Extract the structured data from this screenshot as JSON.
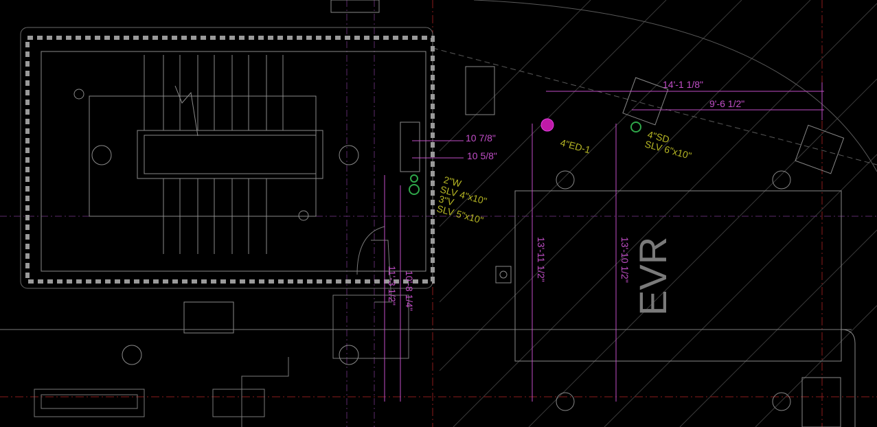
{
  "colors": {
    "background": "#000000",
    "linework": "#8a8a8a",
    "dimension": "#c24ec8",
    "annotation": "#b6b624",
    "gridline": "#8b1c1c",
    "pipe_marker_green": "#2fa84a",
    "pipe_marker_magenta": "#c01aa8"
  },
  "dimensions": {
    "d_14_1_1_8": "14'-1 1/8\"",
    "d_9_6_1_2": "9'-6 1/2\"",
    "d_10_7_8": "10 7/8\"",
    "d_10_5_8": "10 5/8\"",
    "d_13_11_1_2": "13'-11 1/2\"",
    "d_13_10_1_2": "13'-10 1/2\"",
    "d_11_3_1_2": "11'-3 1/2\"",
    "d_10_8_1_4": "10'-8 1/4\""
  },
  "annotations": {
    "pipe_2w": "2\"W",
    "slv_4x10": "SLV 4\"x10\"",
    "pipe_3v": "3\"V",
    "slv_5x10": "SLV 5\"x10\"",
    "pipe_4ed1": "4\"ED-1",
    "pipe_4sd": "4\"SD",
    "slv_6x10": "SLV 6\"x10\""
  },
  "rooms": {
    "evr": "EVR"
  }
}
